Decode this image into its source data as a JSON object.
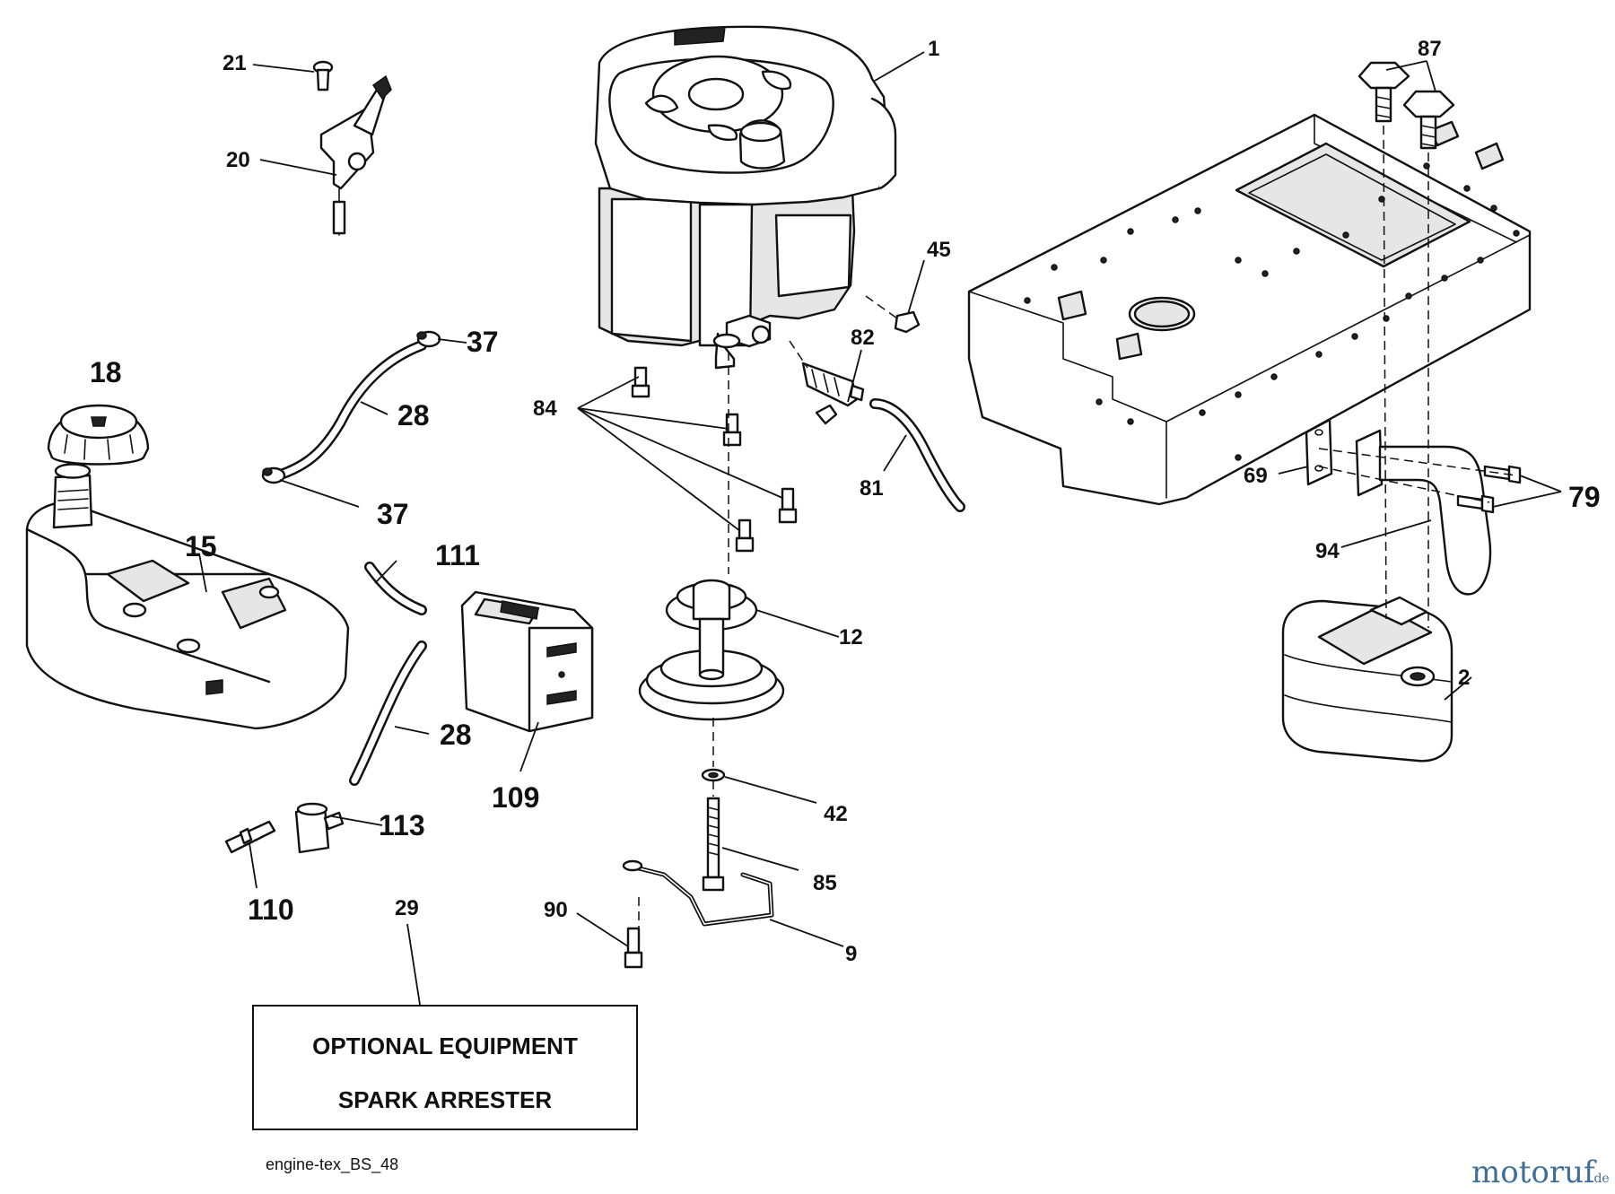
{
  "diagram": {
    "callouts": {
      "c1": "1",
      "c2": "2",
      "c9": "9",
      "c12": "12",
      "c15": "15",
      "c18": "18",
      "c20": "20",
      "c21": "21",
      "c28a": "28",
      "c28b": "28",
      "c29": "29",
      "c37a": "37",
      "c37b": "37",
      "c42": "42",
      "c45": "45",
      "c69": "69",
      "c79": "79",
      "c81": "81",
      "c82": "82",
      "c84": "84",
      "c85": "85",
      "c87": "87",
      "c90": "90",
      "c94": "94",
      "c109": "109",
      "c110": "110",
      "c111": "111",
      "c113": "113"
    },
    "optional_box": {
      "line1": "OPTIONAL EQUIPMENT",
      "line2": "SPARK ARRESTER"
    },
    "caption": "engine-tex_BS_48",
    "watermark": {
      "main": "motoruf",
      "suffix": ".de"
    }
  }
}
